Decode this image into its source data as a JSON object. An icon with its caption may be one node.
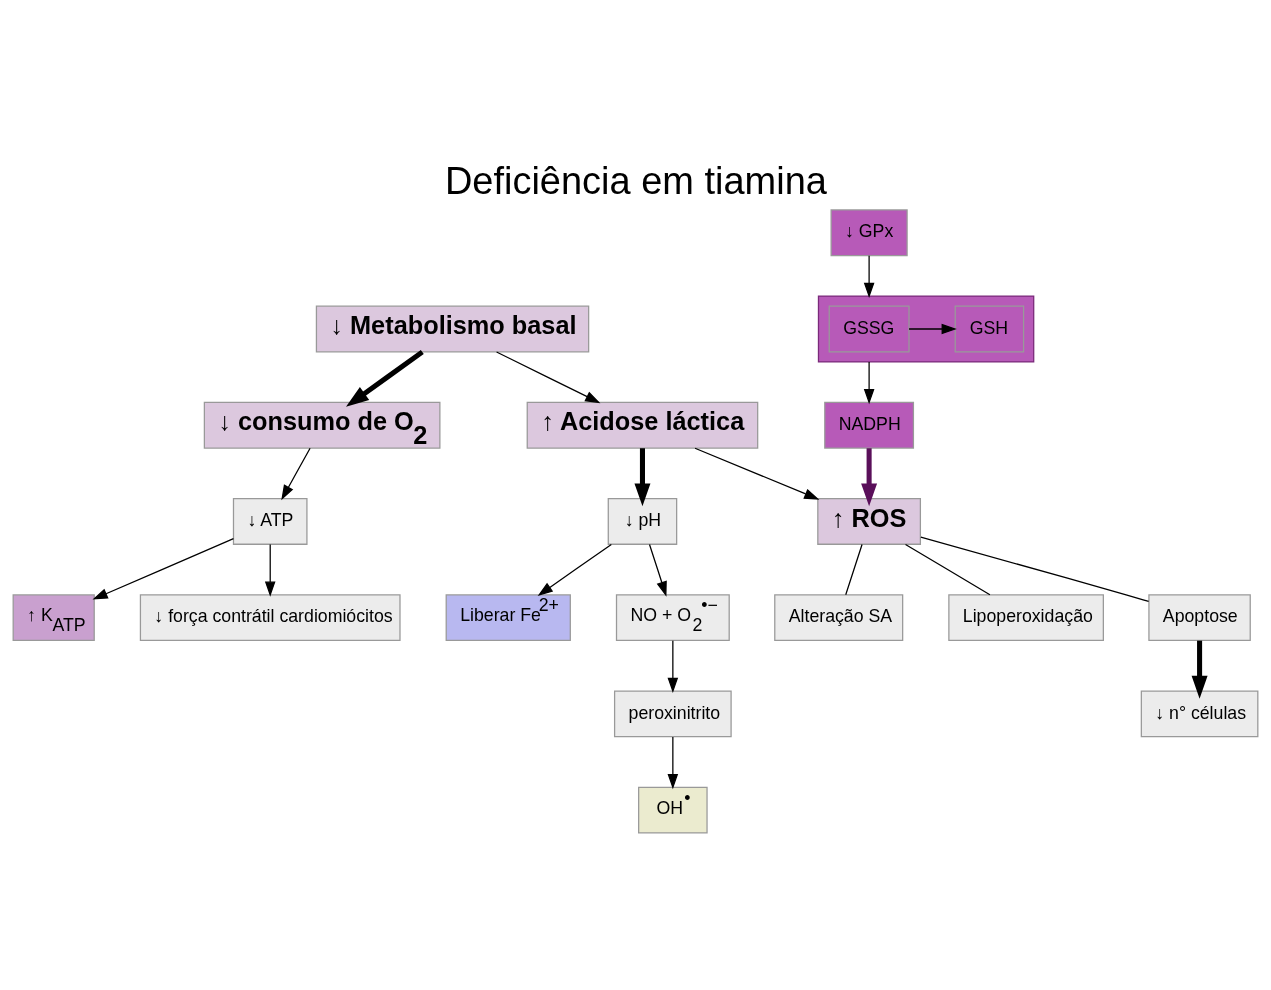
{
  "diagram": {
    "title": "Deficiência em tiamina",
    "nodes": [
      {
        "text": [
          "↓ Metabolismo basal"
        ]
      },
      {
        "text": [
          "↓ consumo de O$_{2}$"
        ]
      },
      {
        "text": [
          "↑ K$_{ATP}$"
        ]
      },
      {
        "text": [
          "↓ ATP"
        ]
      },
      {
        "text": [
          "↑ Acidose láctica"
        ]
      },
      {
        "text": [
          "↓ pH"
        ]
      },
      {
        "text": [
          "Liberar Fe$^{2+}$"
        ]
      },
      {
        "text": [
          "NO + O$_{2}$$^{•−}$"
        ]
      },
      {
        "text": [
          "peroxinitrito"
        ]
      },
      {
        "text": [
          "OH$^{•}$"
        ]
      },
      {
        "text": [
          "↓ GPx"
        ]
      },
      {
        "text": [],
        "shape": "box"
      },
      {
        "text": [
          "GSSG"
        ],
        "in": 11
      },
      {
        "text": [
          "GSH"
        ],
        "in": 11
      },
      {
        "text": [
          "NADPH"
        ]
      },
      {
        "text": [
          "↑ ROS"
        ]
      },
      {
        "text": [
          "Alteração SA"
        ]
      },
      {
        "text": [
          "Lipoperoxidação"
        ]
      },
      {
        "text": [
          "Apoptose"
        ]
      },
      {
        "text": [
          "↓ n° células"
        ]
      },
      {
        "text": [
          "↓ força contrátil cardiomiócitos"
        ]
      }
    ],
    "edges": [
      {
        "from": 0,
        "to": 1,
        "arrow": "to",
        "style": "thick"
      },
      {
        "from": 0,
        "to": 4,
        "arrow": "to"
      },
      {
        "from": 1,
        "to": 3,
        "arrow": "to"
      },
      {
        "from": 3,
        "to": 2,
        "arrow": "to"
      },
      {
        "from": 3,
        "to": 20,
        "arrow": "to"
      },
      {
        "from": 4,
        "to": 5,
        "arrow": "to",
        "style": "thick"
      },
      {
        "from": 5,
        "to": 6,
        "arrow": "to"
      },
      {
        "from": 5,
        "to": 7,
        "arrow": "to"
      },
      {
        "from": 7,
        "to": 8,
        "arrow": "to"
      },
      {
        "from": 8,
        "to": 9,
        "arrow": "to"
      },
      {
        "from": 4,
        "to": 15,
        "arrow": "to"
      },
      {
        "from": 10,
        "to": 11,
        "arrow": "to"
      },
      {
        "from": 12,
        "to": 13,
        "arrow": "to"
      },
      {
        "from": 11,
        "to": 14,
        "arrow": "to"
      },
      {
        "from": 14,
        "to": 15,
        "arrow": "to",
        "style": "thick",
        "color": "#5a0f5a"
      },
      {
        "from": 15,
        "to": 16,
        "arrow": "none"
      },
      {
        "from": 15,
        "to": 17,
        "arrow": "none"
      },
      {
        "from": 15,
        "to": 18,
        "arrow": "none"
      },
      {
        "from": 18,
        "to": 19,
        "arrow": "to",
        "style": "thick"
      }
    ]
  }
}
